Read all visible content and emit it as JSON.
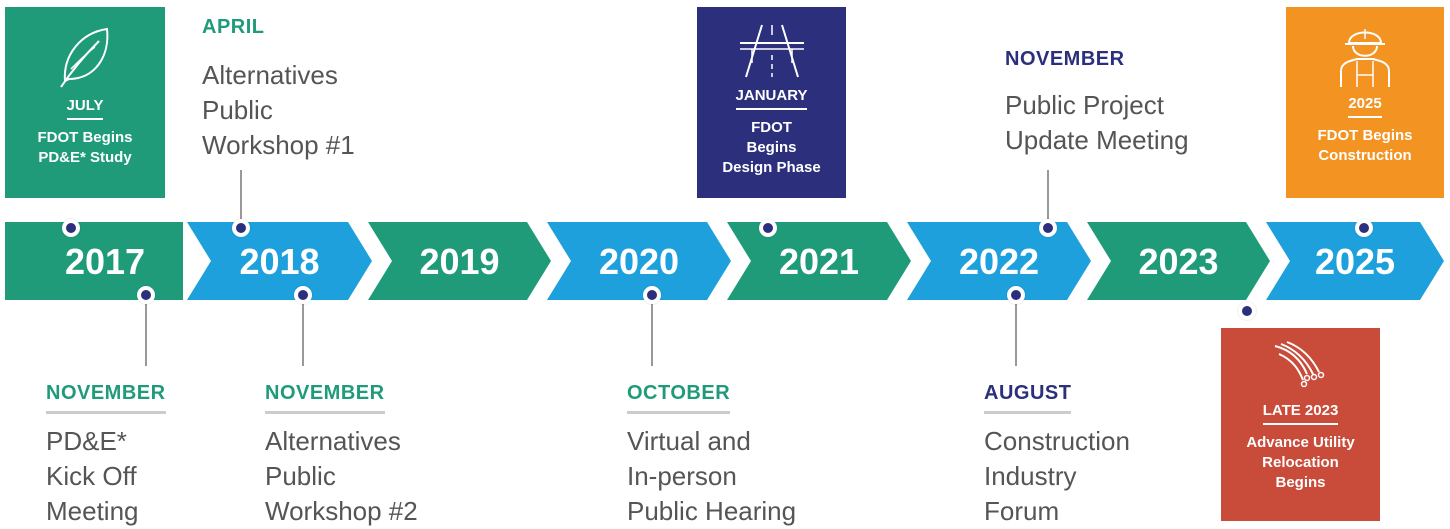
{
  "colors": {
    "green": "#1f9b7a",
    "blue": "#1ea0dc",
    "navy": "#2b2f7c",
    "orange": "#f29322",
    "red": "#c94c3a",
    "gray_text": "#555555"
  },
  "years": [
    "2017",
    "2018",
    "2019",
    "2020",
    "2021",
    "2022",
    "2023",
    "2025"
  ],
  "boxes": {
    "july": {
      "month": "JULY",
      "text": [
        "FDOT Begins",
        "PD&E* Study"
      ],
      "icon": "leaf-icon"
    },
    "january": {
      "month": "JANUARY",
      "text": [
        "FDOT",
        "Begins",
        "Design Phase"
      ],
      "icon": "highway-icon"
    },
    "y2025": {
      "month": "2025",
      "text": [
        "FDOT Begins",
        "Construction"
      ],
      "icon": "construction-worker-icon"
    },
    "late2023": {
      "month": "LATE 2023",
      "text": [
        "Advance Utility",
        "Relocation",
        "Begins"
      ],
      "icon": "utility-cables-icon"
    }
  },
  "events": {
    "april_2018": {
      "month": "APRIL",
      "lines": [
        "Alternatives",
        "Public",
        "Workshop #1"
      ]
    },
    "nov_2022": {
      "month": "NOVEMBER",
      "lines": [
        "Public Project",
        "Update Meeting"
      ]
    },
    "nov_2017": {
      "month": "NOVEMBER",
      "lines": [
        "PD&E*",
        "Kick Off",
        "Meeting"
      ]
    },
    "nov_2018": {
      "month": "NOVEMBER",
      "lines": [
        "Alternatives",
        "Public",
        "Workshop #2"
      ]
    },
    "oct_2020": {
      "month": "OCTOBER",
      "lines": [
        "Virtual and",
        "In-person",
        "Public Hearing"
      ]
    },
    "aug_2022": {
      "month": "AUGUST",
      "lines": [
        "Construction",
        "Industry",
        "Forum"
      ]
    }
  }
}
